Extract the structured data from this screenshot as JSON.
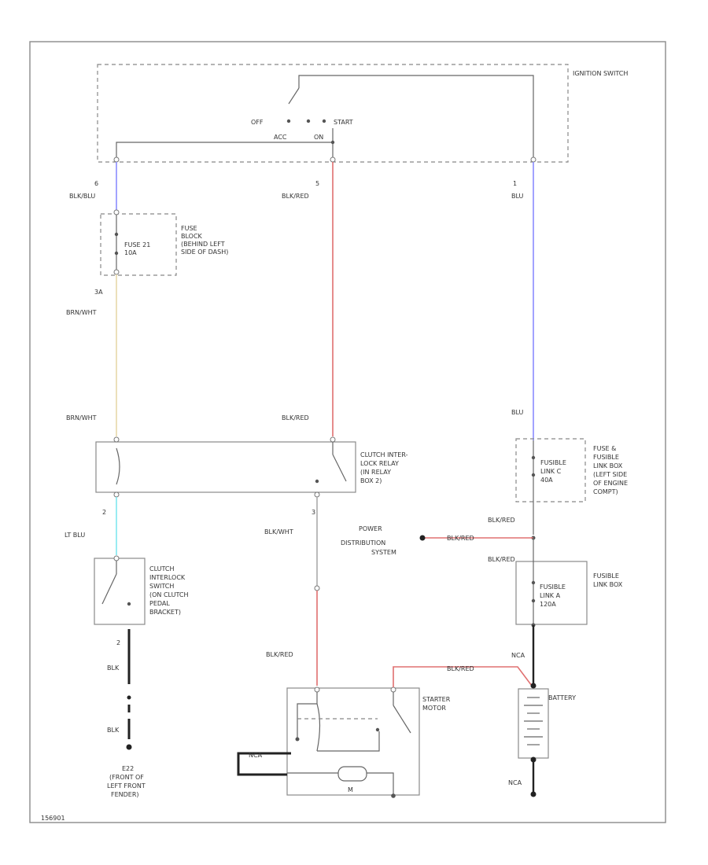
{
  "colors": {
    "blu_wire": "#8a8cff",
    "red_wire": "#e07070",
    "yel_wire": "#e8d9a8",
    "ltblu_wire": "#7fe8ee",
    "frame": "#8a8a8a"
  },
  "ignition": {
    "name": "IGNITION SWITCH",
    "off": "OFF",
    "acc": "ACC",
    "on": "ON",
    "start": "START"
  },
  "pins": {
    "ign_left": "6",
    "ign_mid": "5",
    "ign_right": "1",
    "fuse_bottom": "3A",
    "relay_in": "2",
    "relay_out": "3",
    "clutch_bottom": "2"
  },
  "wires": {
    "blk_blu": "BLK/BLU",
    "blk_red_1": "BLK/RED",
    "blu_1": "BLU",
    "brn_wht_1": "BRN/WHT",
    "brn_wht_2": "BRN/WHT",
    "blk_red_2": "BLK/RED",
    "blu_2": "BLU",
    "lt_blu": "LT BLU",
    "blk_wht": "BLK/WHT",
    "blk_red_3": "BLK/RED",
    "blk_red_pd": "BLK/RED",
    "blk_red_4": "BLK/RED",
    "blk_red_5": "BLK/RED",
    "blk_red_6": "BLK/RED",
    "blk_1": "BLK",
    "blk_2": "BLK",
    "nca_top": "NCA",
    "nca_bottom": "NCA",
    "nca_starter": "NCA"
  },
  "fuse_block": {
    "fuse": [
      "FUSE 21",
      "10A"
    ],
    "desc": [
      "FUSE",
      "BLOCK",
      "(BEHIND LEFT",
      "SIDE OF DASH)"
    ]
  },
  "relay": {
    "desc": [
      "CLUTCH INTER-",
      "LOCK RELAY",
      "(IN RELAY",
      "BOX 2)"
    ]
  },
  "fusible_box": {
    "link": [
      "FUSIBLE",
      "LINK C",
      "40A"
    ],
    "desc": [
      "FUSE &",
      "FUSIBLE",
      "LINK BOX",
      "(LEFT SIDE",
      "OF ENGINE",
      "COMPT)"
    ]
  },
  "power_dist": [
    "POWER",
    "DISTRIBUTION",
    "SYSTEM"
  ],
  "fusible_a": {
    "link": [
      "FUSIBLE",
      "LINK A",
      "120A"
    ],
    "desc": [
      "FUSIBLE",
      "LINK BOX"
    ]
  },
  "clutch_switch": [
    "CLUTCH",
    "INTERLOCK",
    "SWITCH",
    "(ON CLUTCH",
    "PEDAL",
    "BRACKET)"
  ],
  "starter": {
    "name": [
      "STARTER",
      "MOTOR"
    ],
    "motor": "M"
  },
  "battery": "BATTERY",
  "ground": [
    "E22",
    "(FRONT OF",
    "LEFT FRONT",
    "FENDER)"
  ],
  "diagram_id": "156901"
}
